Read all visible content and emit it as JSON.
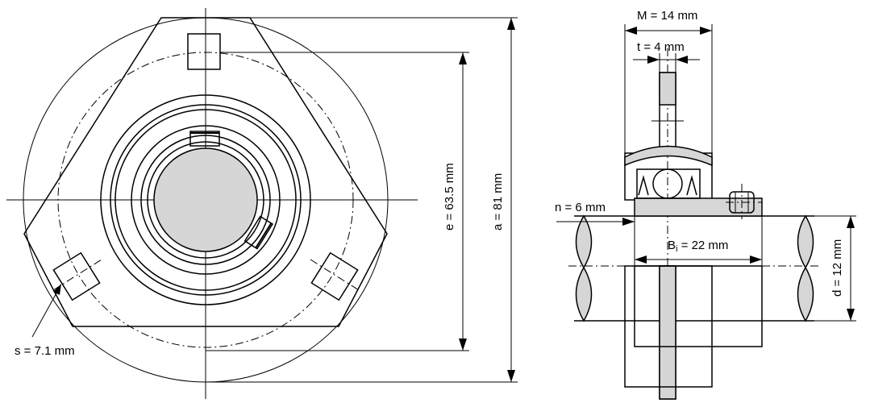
{
  "labels": {
    "M": "M = 14 mm",
    "t": "t = 4 mm",
    "e": "e = 63.5 mm",
    "a": "a = 81 mm",
    "n": "n = 6 mm",
    "Bi_main": "B",
    "Bi_sub": "i",
    "Bi_rest": " = 22 mm",
    "d": "d = 12 mm",
    "s": "s = 7.1 mm"
  }
}
